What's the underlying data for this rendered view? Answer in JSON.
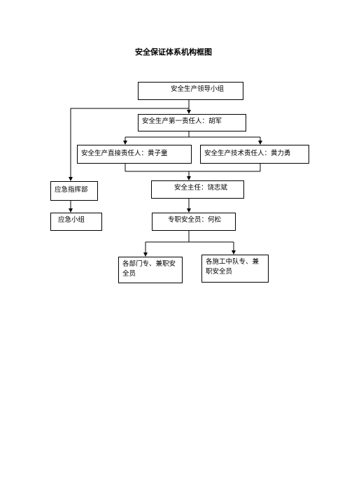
{
  "title": "安全保证体系机构框图",
  "nodes": {
    "leadership": "安全生产领导小组",
    "first_responsible": "安全生产第一责任人：胡军",
    "direct_responsible": "安全生产直接责任人：黄子童",
    "tech_responsible": "安全生产技术责任人：黄力勇",
    "emergency_command": "应急指挥部",
    "emergency_group": "应急小组",
    "safety_director": "安全主任：饶志斌",
    "safety_officer": "专职安全员：何松",
    "dept_officers": "各部门专、兼职安全员",
    "team_officers": "各施工中队专、兼职安全员"
  }
}
